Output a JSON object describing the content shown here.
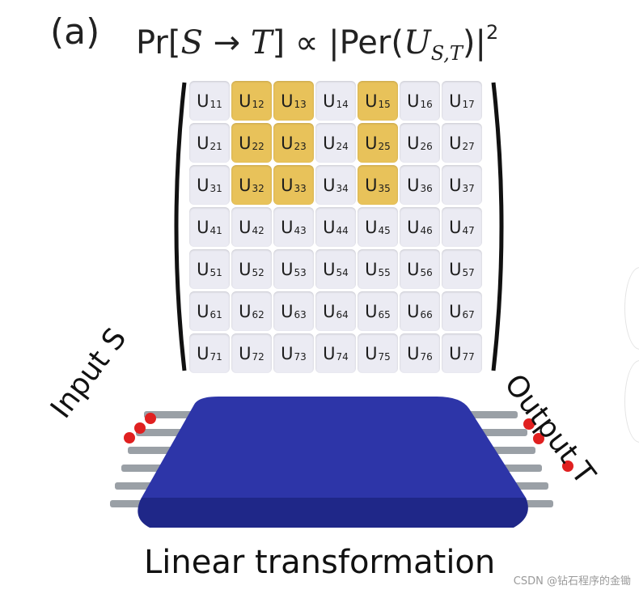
{
  "panel_label": "(a)",
  "formula": {
    "prefix": "Pr[",
    "s": "S",
    "arrow": " → ",
    "t": "T",
    "mid": "] ∝ |Per(",
    "u": "U",
    "u_sub": "S,T",
    "suffix": ")|",
    "power": "2"
  },
  "matrix": {
    "rows": 7,
    "cols": 7,
    "symbol": "U",
    "highlight_rows": [
      1,
      2,
      3
    ],
    "highlight_cols": [
      2,
      3,
      5
    ],
    "colors": {
      "highlight": "#e8c25a",
      "normal": "#ebebf3"
    }
  },
  "input_label": "Input S",
  "output_label": "Output T",
  "caption": "Linear transformation",
  "watermark": "CSDN @钻石程序的金锄",
  "colors": {
    "device": "#2d35a8",
    "dots": "#e02020"
  }
}
